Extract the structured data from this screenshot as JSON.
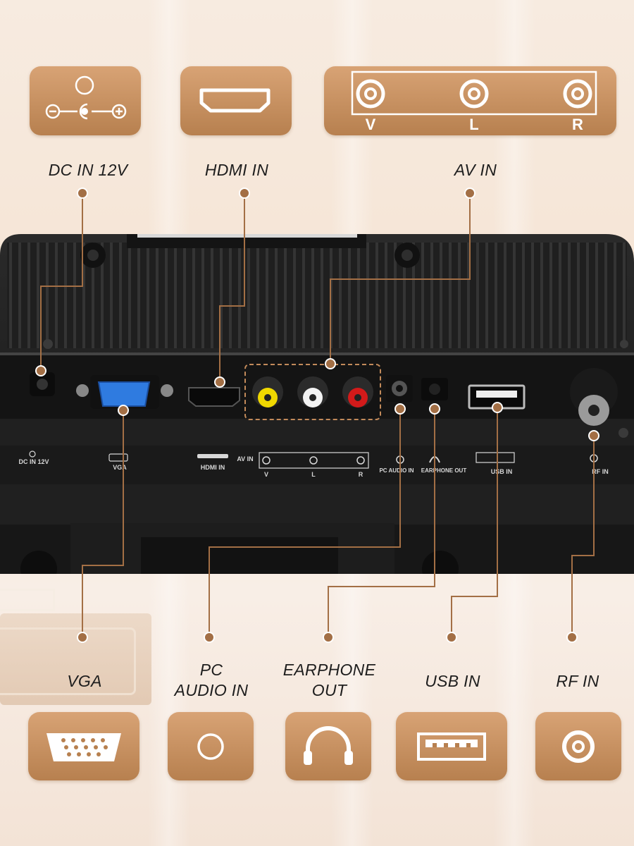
{
  "top_ports": [
    {
      "id": "dc",
      "label": "DC IN 12V",
      "icon": "dc-power-icon"
    },
    {
      "id": "hdmi",
      "label": "HDMI IN",
      "icon": "hdmi-icon"
    },
    {
      "id": "av",
      "label": "AV IN",
      "icon": "rca-av-icon",
      "sub_labels": [
        "V",
        "L",
        "R"
      ]
    }
  ],
  "bottom_ports": [
    {
      "id": "vga",
      "label": "VGA",
      "icon": "vga-icon"
    },
    {
      "id": "pc_audio",
      "label_line1": "PC",
      "label_line2": "AUDIO IN",
      "icon": "audio-jack-icon"
    },
    {
      "id": "earphone",
      "label_line1": "EARPHONE",
      "label_line2": "OUT",
      "icon": "headphones-icon"
    },
    {
      "id": "usb",
      "label": "USB IN",
      "icon": "usb-icon"
    },
    {
      "id": "rf",
      "label": "RF IN",
      "icon": "rf-coax-icon"
    }
  ],
  "panel_silkscreen": {
    "dc": "DC IN 12V",
    "vga": "VGA",
    "hdmi": "HDMI IN",
    "av": "AV IN",
    "v": "V",
    "l": "L",
    "r": "R",
    "pc_audio": "PC AUDIO IN",
    "earphone": "EARPHONE OUT",
    "usb": "USB IN",
    "rf": "RF IN"
  },
  "colors": {
    "tile_top": "#d8a375",
    "tile_bottom": "#b7804f",
    "connector_line": "#a36f45",
    "panel": "#1b1b1b",
    "av_yellow": "#f0d800",
    "av_white": "#f2f2f2",
    "av_red": "#d31a1a",
    "vga_blue": "#2f7be0"
  }
}
